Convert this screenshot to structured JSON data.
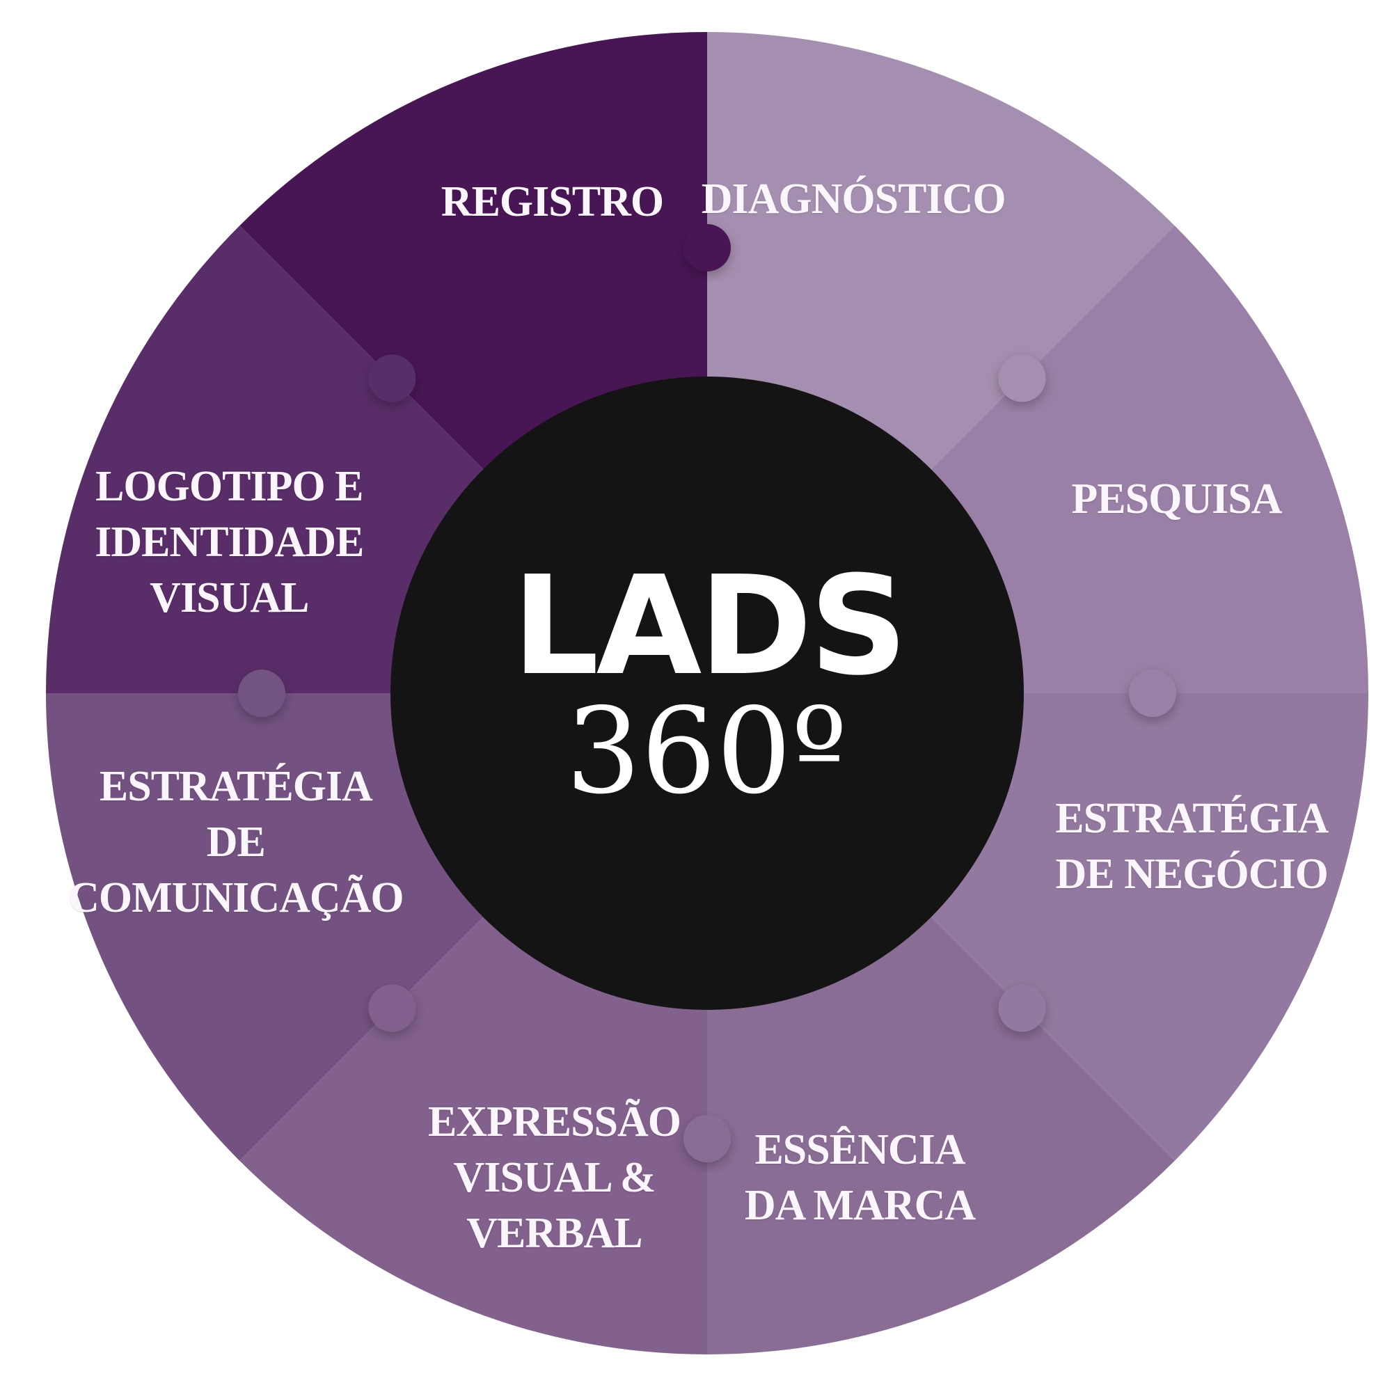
{
  "center": {
    "logo_text": "LADS",
    "subtitle": "360º",
    "color": "#141414"
  },
  "segments": [
    {
      "label": "REGISTRO",
      "color": "#481654"
    },
    {
      "label": "DIAGNÓSTICO",
      "color": "#a58fb0"
    },
    {
      "label": "PESQUISA",
      "color": "#9a80a6"
    },
    {
      "label": "ESTRATÉGIA\nDE NEGÓCIO",
      "color": "#93799f"
    },
    {
      "label": "ESSÊNCIA\nDA MARCA",
      "color": "#8a6d95"
    },
    {
      "label": "EXPRESSÃO\nVISUAL &\nVERBAL",
      "color": "#82618d"
    },
    {
      "label": "ESTRATÉGIA\nDE\nCOMUNICAÇÃO",
      "color": "#735281"
    },
    {
      "label": "LOGOTIPO E\nIDENTIDADE\nVISUAL",
      "color": "#592d68"
    }
  ]
}
